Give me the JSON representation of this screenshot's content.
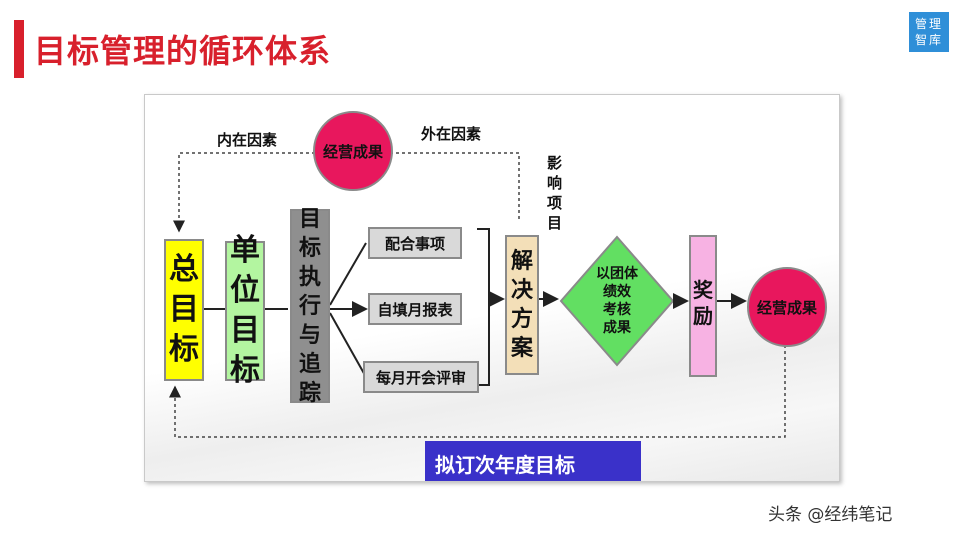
{
  "slide": {
    "title": "目标管理的循环体系"
  },
  "logo": {
    "line1": "管理",
    "line2": "智库"
  },
  "diagram": {
    "internal_factors": "内在因素",
    "external_factors": "外在因素",
    "influence_items": "影响项目",
    "top_circle": "经营成果",
    "overall_goal": "总目标",
    "unit_goal": "单位目标",
    "exec_track": "目标执行与追踪",
    "step1": "配合事项",
    "step2": "自填月报表",
    "step3": "每月开会评审",
    "solution": "解决方案",
    "diamond_line1": "以团体",
    "diamond_line2": "绩效",
    "diamond_line3": "考核",
    "diamond_line4": "成果",
    "reward": "奖励",
    "result_circle": "经营成果",
    "bottom_banner": "拟订次年度目标"
  },
  "colors": {
    "title": "#d8202c",
    "logo_bg": "#2f8fd8",
    "yellow": "#ffff00",
    "green": "#b3f5a0",
    "gray": "#8f8f8f",
    "light_gray": "#d9d9d9",
    "tan": "#f3dfb8",
    "diamond": "#62df62",
    "pink": "#f7b2e3",
    "magenta": "#e8175d",
    "banner": "#3a31c9"
  },
  "watermark": "头条 @经纬笔记"
}
